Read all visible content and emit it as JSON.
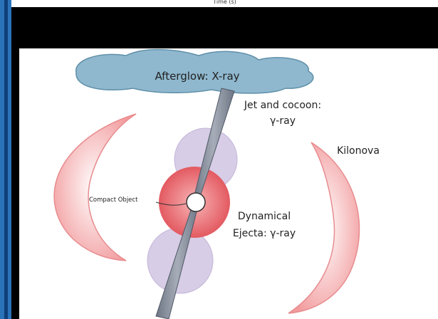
{
  "top_strip": {
    "axis_label": "Time (s)"
  },
  "diagram": {
    "afterglow_label": "Afterglow: X-ray",
    "jet_label_line1": "Jet and cocoon:",
    "jet_label_line2": "γ-ray",
    "kilonova_label": "Kilonova",
    "compact_object_label": "Compact Object",
    "ejecta_label_line1": "Dynamical",
    "ejecta_label_line2": "Ejecta: γ-ray"
  },
  "colors": {
    "cloud": "#8fb8cf",
    "jet": "#8c95a3",
    "cocoon": "#d7cde6",
    "kilonova": "#f2a7a7",
    "ejecta": "#e9676c",
    "frame_blue": "#2b73b9"
  }
}
